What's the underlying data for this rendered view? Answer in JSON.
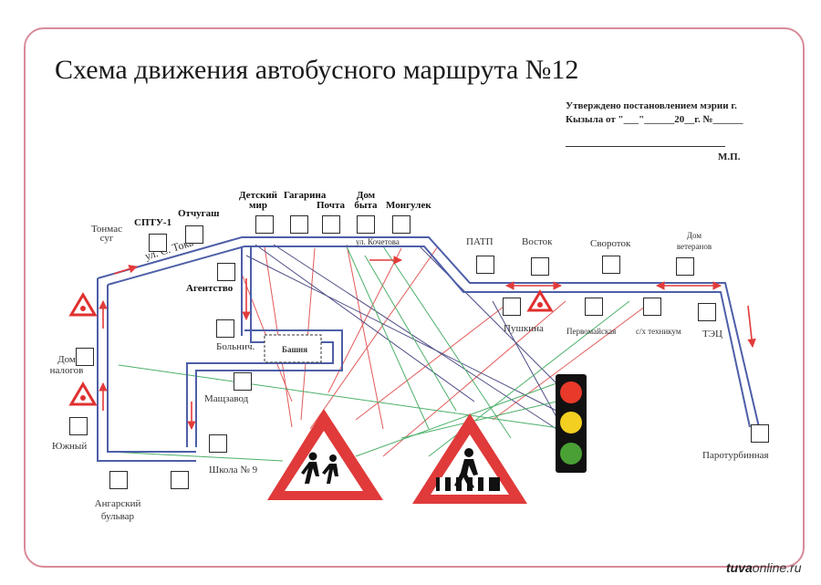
{
  "title": "Схема движения автобусного маршрута №12",
  "approval": {
    "line1": "Утверждено постановлением мэрии г.",
    "line2": "Кызыла от \"___\"______20__г. №______",
    "stamp": "М.П."
  },
  "streets": {
    "toka": "ул. С. Тока",
    "kochetova": "ул. Кочетова",
    "bashnya": "Башня"
  },
  "stops": {
    "tonmas_sug": "Тонмас суг",
    "sptu1": "СПТУ-1",
    "otchugash": "Отчугаш",
    "detskiy_mir": "Детский мир",
    "gagarina": "Гагарина",
    "pochta": "Почта",
    "dom_byta": "Дом быта",
    "mongulek": "Монгулек",
    "agentstvo": "Агентство",
    "bolnich": "Больнич.",
    "mashzavod": "Мащзавод",
    "shkola9": "Школа № 9",
    "dom_nalogov": "Дом налогов",
    "yuzhny": "Южный",
    "angarsky": "Ангарский бульвар",
    "patp": "ПАТП",
    "vostok": "Восток",
    "svorotok": "Свороток",
    "dom_veteranov": "Дом ветеранов",
    "pushkina": "Пушкина",
    "pervomayskaya": "Первомайская",
    "sh_tekhnikum": "с/х техникум",
    "tets": "ТЭЦ",
    "paroturbinnaya": "Паротурбинная"
  },
  "traffic_light_colors": [
    "#e8392a",
    "#f2cf21",
    "#4aa035"
  ],
  "colors": {
    "route": "#4d5fa8",
    "arrow": "#e23b3b",
    "frame": "#d98a99"
  },
  "watermark": {
    "bold": "tuva",
    "rest": "online.ru"
  }
}
